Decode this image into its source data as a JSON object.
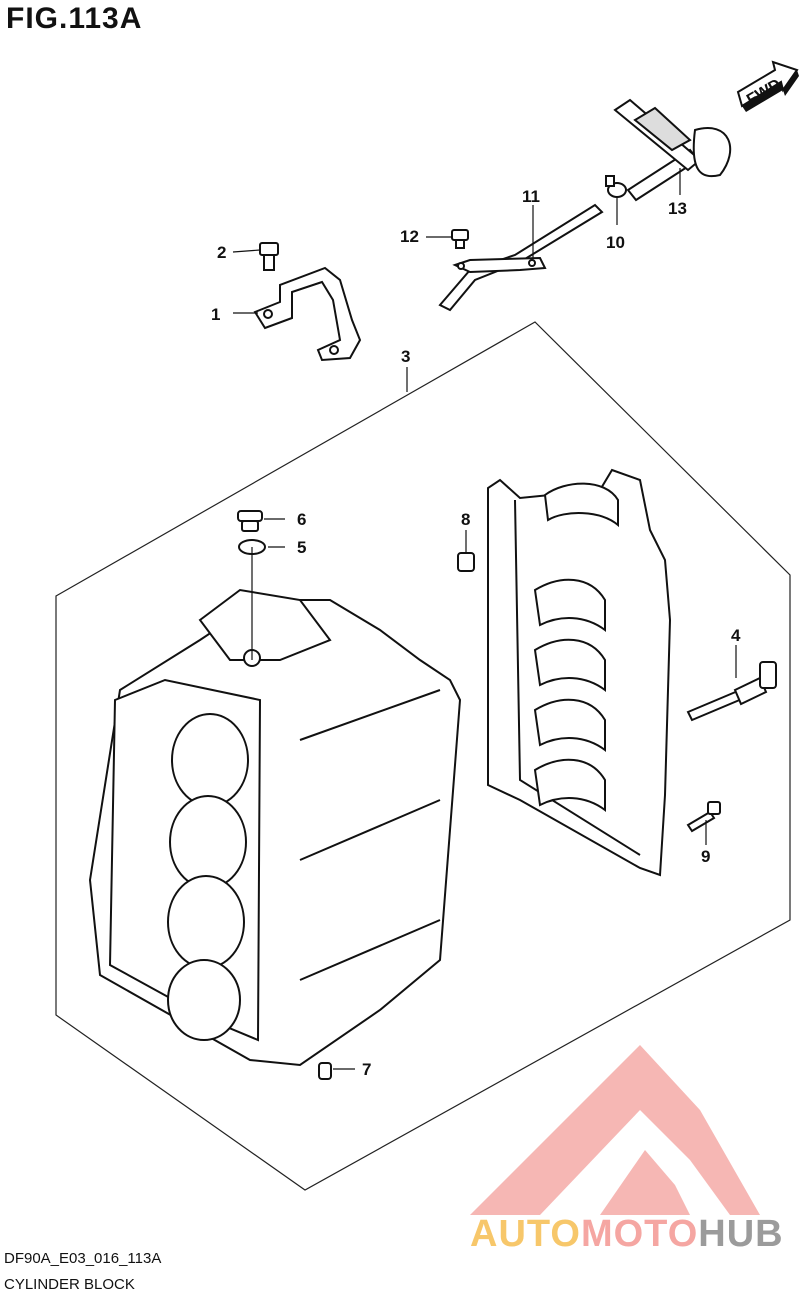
{
  "figure": {
    "title": "FIG.113A",
    "code": "DF90A_E03_016_113A",
    "name": "CYLINDER BLOCK"
  },
  "direction_tag": "FWD",
  "callouts": [
    "1",
    "2",
    "3",
    "4",
    "5",
    "6",
    "7",
    "8",
    "9",
    "10",
    "11",
    "12",
    "13"
  ],
  "watermark": {
    "brand": "AUTOMOTOHUB",
    "part_a": "AUTO",
    "part_b": "MOTO",
    "part_c": "HUB",
    "colors": {
      "auto": "#f7c76a",
      "moto": "#f5a6a2",
      "hub": "#9b9b9b",
      "logo": "#f08a85"
    }
  }
}
